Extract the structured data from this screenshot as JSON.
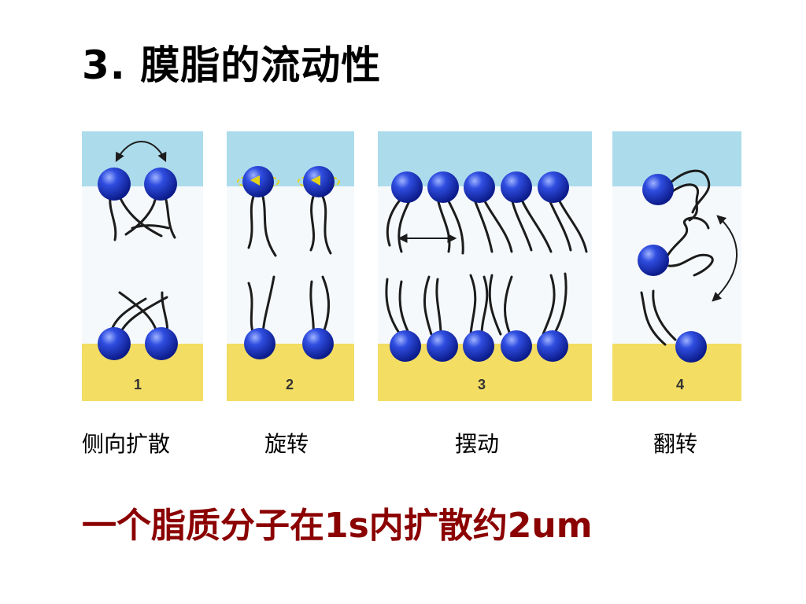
{
  "slide": {
    "title": "3. 膜脂的流动性",
    "summary": "一个脂质分子在1s内扩散约2um"
  },
  "panels": [
    {
      "number": "1",
      "label": "侧向扩散"
    },
    {
      "number": "2",
      "label": "旋转"
    },
    {
      "number": "3",
      "label": "摆动"
    },
    {
      "number": "4",
      "label": "翻转"
    }
  ],
  "colors": {
    "water_top": "#acdcec",
    "membrane_core": "#f6f9fb",
    "water_bottom": "#f3dd63",
    "lipid_head": "#1e37c8",
    "lipid_tail": "#1c1c1c",
    "title_text": "#000000",
    "summary_text": "#8b0000",
    "rotation_marker": "#e3d21a"
  }
}
